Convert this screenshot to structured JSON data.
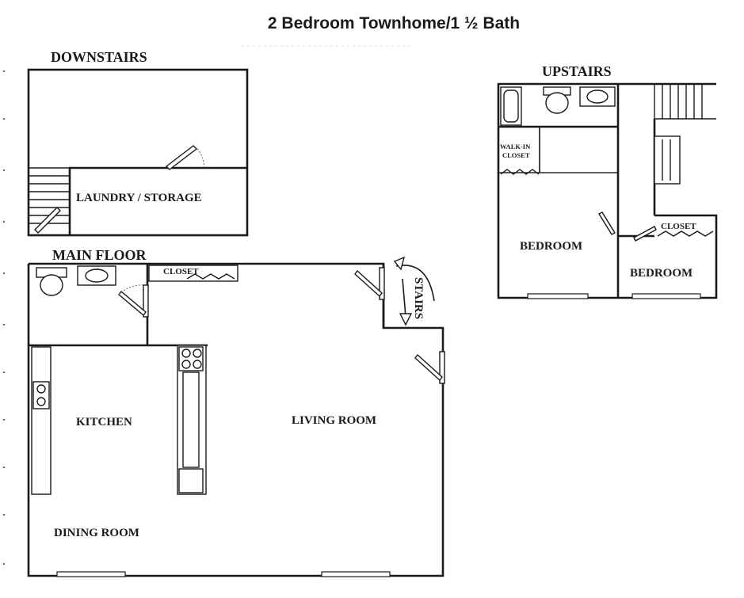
{
  "title": "2 Bedroom Townhome/1 ½ Bath",
  "sections": {
    "downstairs": {
      "label": "DOWNSTAIRS",
      "rooms": {
        "laundry": "LAUNDRY / STORAGE"
      }
    },
    "main_floor": {
      "label": "MAIN FLOOR",
      "rooms": {
        "closet": "CLOSET",
        "stairs": "STAIRS",
        "kitchen": "KITCHEN",
        "living_room": "LIVING ROOM",
        "dining_room": "DINING ROOM"
      }
    },
    "upstairs": {
      "label": "UPSTAIRS",
      "rooms": {
        "walk_in_closet_line1": "WALK-IN",
        "walk_in_closet_line2": "CLOSET",
        "bedroom_1": "BEDROOM",
        "bedroom_2": "BEDROOM",
        "closet": "CLOSET"
      }
    }
  },
  "colors": {
    "line": "#1a1a1a",
    "background": "#ffffff"
  }
}
